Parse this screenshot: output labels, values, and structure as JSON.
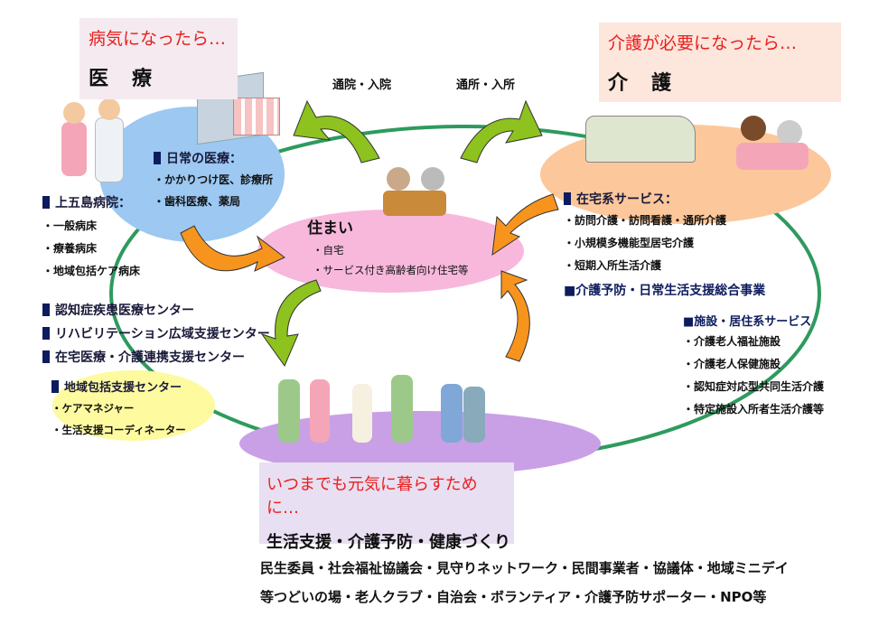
{
  "medical": {
    "subtitle": "病気になったら…",
    "title": "医　療",
    "daily": {
      "heading": "日常の医療：",
      "items": [
        "・かかりつけ医、診療所",
        "・歯科医療、薬局"
      ]
    },
    "hospital": {
      "heading": "上五島病院：",
      "items": [
        "・一般病床",
        "・療養病床",
        "・地域包括ケア病床"
      ]
    },
    "centers": [
      "認知症疾患医療センター",
      "リハビリテーション広域支援センター",
      "在宅医療・介護連携支援センター"
    ]
  },
  "support_center": {
    "heading": "地域包括支援センター",
    "items": [
      "・ケアマネジャー",
      "・生活支援コーディネーター"
    ]
  },
  "arrows": {
    "hospital_visit": "通院・入院",
    "facility_visit": "通所・入所"
  },
  "housing": {
    "title": "住まい",
    "items": [
      "・自宅",
      "・サービス付き高齢者向け住宅等"
    ]
  },
  "care": {
    "subtitle": "介護が必要になったら…",
    "title": "介　護",
    "home": {
      "heading": "在宅系サービス：",
      "items": [
        "・訪問介護・訪問看護・通所介護",
        "・小規模多機能型居宅介護",
        "・短期入所生活介護"
      ]
    },
    "general": "■介護予防・日常生活支援総合事業",
    "facility": {
      "heading": "■施設・居住系サービス",
      "items": [
        "・介護老人福祉施設",
        "・介護老人保健施設",
        "・認知症対応型共同生活介護",
        "・特定施設入所者生活介護等"
      ]
    }
  },
  "life": {
    "subtitle": "いつまでも元気に暮らすために…",
    "title": "生活支援・介護予防・健康づくり",
    "lines": [
      "民生委員・社会福祉協議会・見守りネットワーク・民間事業者・協議体・地域ミニデイ",
      "等つどいの場・老人クラブ・自治会・ボランティア・介護予防サポーター・NPO等"
    ]
  },
  "colors": {
    "ring": "#2e9a5e",
    "arrow_orange": "#f7941d",
    "arrow_green": "#8dc21f",
    "blue_blob": "#9cc8f2",
    "pink_blob": "#f7b8dc",
    "peach_blob": "#fcc89b",
    "purple_blob": "#c9a0e6",
    "yellow_blob": "#fdfaa0"
  }
}
